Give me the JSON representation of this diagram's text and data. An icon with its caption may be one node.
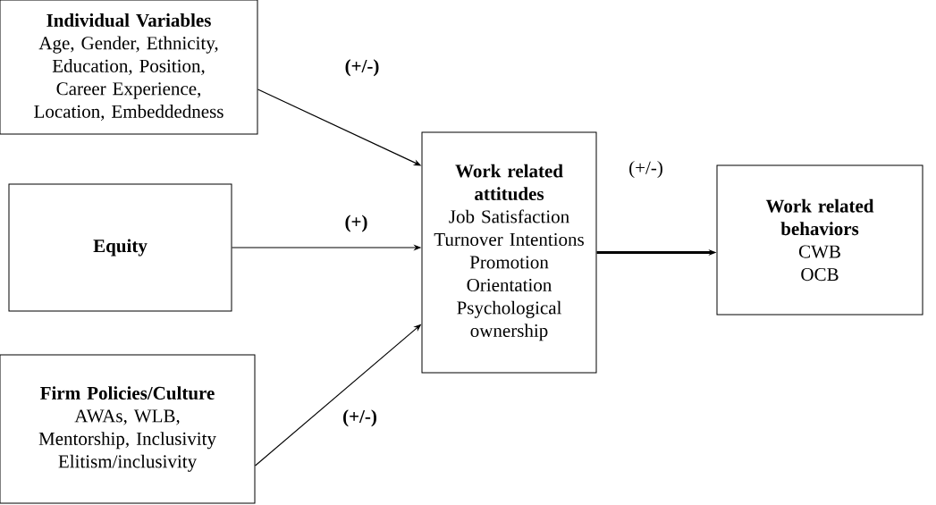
{
  "diagram": {
    "nodes": [
      {
        "text": [
          "Individual Variables",
          "Age, Gender, Ethnicity, Education, Position, Career Experience, Location, Embeddedness"
        ]
      },
      {
        "text": [
          "Equity"
        ]
      },
      {
        "text": [
          "Firm Policies/Culture",
          "AWAs, WLB, Mentorship, Inclusivity",
          "Elitism/inclusivity"
        ]
      },
      {
        "text": [
          "Work related attitudes",
          "Job Satisfaction Turnover Intentions Promotion Orientation Psychological ownership"
        ]
      },
      {
        "text": [
          "Work related behaviors",
          "CWB",
          "OCB"
        ]
      }
    ],
    "edges": [
      {
        "from": 0,
        "to": 3,
        "arrow": "to",
        "label": "(+/-)"
      },
      {
        "from": 1,
        "to": 3,
        "arrow": "to",
        "label": "(+)"
      },
      {
        "from": 2,
        "to": 3,
        "arrow": "to",
        "label": "(+/-)"
      },
      {
        "from": 3,
        "to": 4,
        "arrow": "to",
        "label": "(+/-)",
        "style": "thick"
      }
    ]
  }
}
